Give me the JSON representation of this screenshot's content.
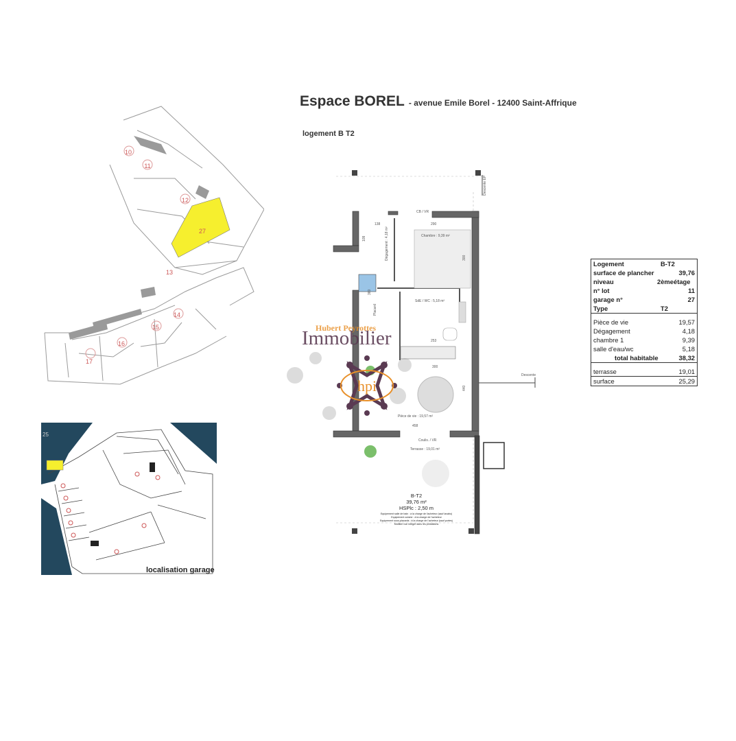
{
  "header": {
    "title": "Espace BOREL",
    "address": "- avenue Emile Borel - 12400 Saint-Affrique",
    "subtitle": "logement B T2"
  },
  "garage_plan": {
    "caption": "localisation garage",
    "corner_label": "25"
  },
  "site_plan": {
    "lot_numbers": [
      "10",
      "11",
      "12",
      "27",
      "13",
      "14",
      "15",
      "16",
      "17"
    ]
  },
  "plan": {
    "rooms": {
      "chambre": "Chambre : 9,39 m²",
      "degagement": "Dégagement : 4,18 m²",
      "sde": "SdE / WC : 5,18 m²",
      "piece": "Pièce de vie : 19,57 m²",
      "terrasse": "Terrasse : 19,01 m²",
      "cb_vr": "CB / VR",
      "coulissant": "Coulis. / VR",
      "descente_ep": "Descente EP",
      "descente_2": "Descente",
      "placard": "Placard"
    },
    "dims": [
      "290",
      "138",
      "109",
      "300",
      "360",
      "253",
      "300",
      "440",
      "458"
    ],
    "caption": {
      "code": "B-T2",
      "area": "39,76 m²",
      "hsp": "HSPlc : 2,50 m",
      "notes": [
        "Equipement salle de bain : à la charge de l'acheteur (sauf lavabo)",
        "Equipement cuisine : à la charge de l'acheteur",
        "Equipement sous-placards : à la charge de l'acheteur (sauf portes)",
        "Mobilier non intégré dans les prestations"
      ]
    }
  },
  "watermark": {
    "small": "Hubert Peyrottes",
    "large": "Immobilier",
    "mark": "hpi",
    "accent": "#e8902a",
    "mark_color": "#5a3a52"
  },
  "info_table": {
    "head": [
      {
        "label": "Logement",
        "mid": "B-T2",
        "value": ""
      },
      {
        "label": "surface de plancher",
        "mid": "",
        "value": "39,76"
      },
      {
        "label": "niveau",
        "mid": "2èmeétage",
        "value": ""
      },
      {
        "label": "n° lot",
        "mid": "",
        "value": "11"
      },
      {
        "label": "garage n°",
        "mid": "",
        "value": "27"
      },
      {
        "label": "Type",
        "mid": "T2",
        "value": ""
      }
    ],
    "rooms": [
      {
        "label": "Pièce de vie",
        "value": "19,57"
      },
      {
        "label": "Dégagement",
        "value": "4,18"
      },
      {
        "label": "chambre 1",
        "value": "9,39"
      },
      {
        "label": "salle d'eau/wc",
        "value": "5,18"
      }
    ],
    "total": {
      "label": "total habitable",
      "value": "38,32"
    },
    "extra": [
      {
        "label": "terrasse",
        "value": "19,01"
      },
      {
        "label": "surface",
        "value": "25,29"
      }
    ]
  }
}
